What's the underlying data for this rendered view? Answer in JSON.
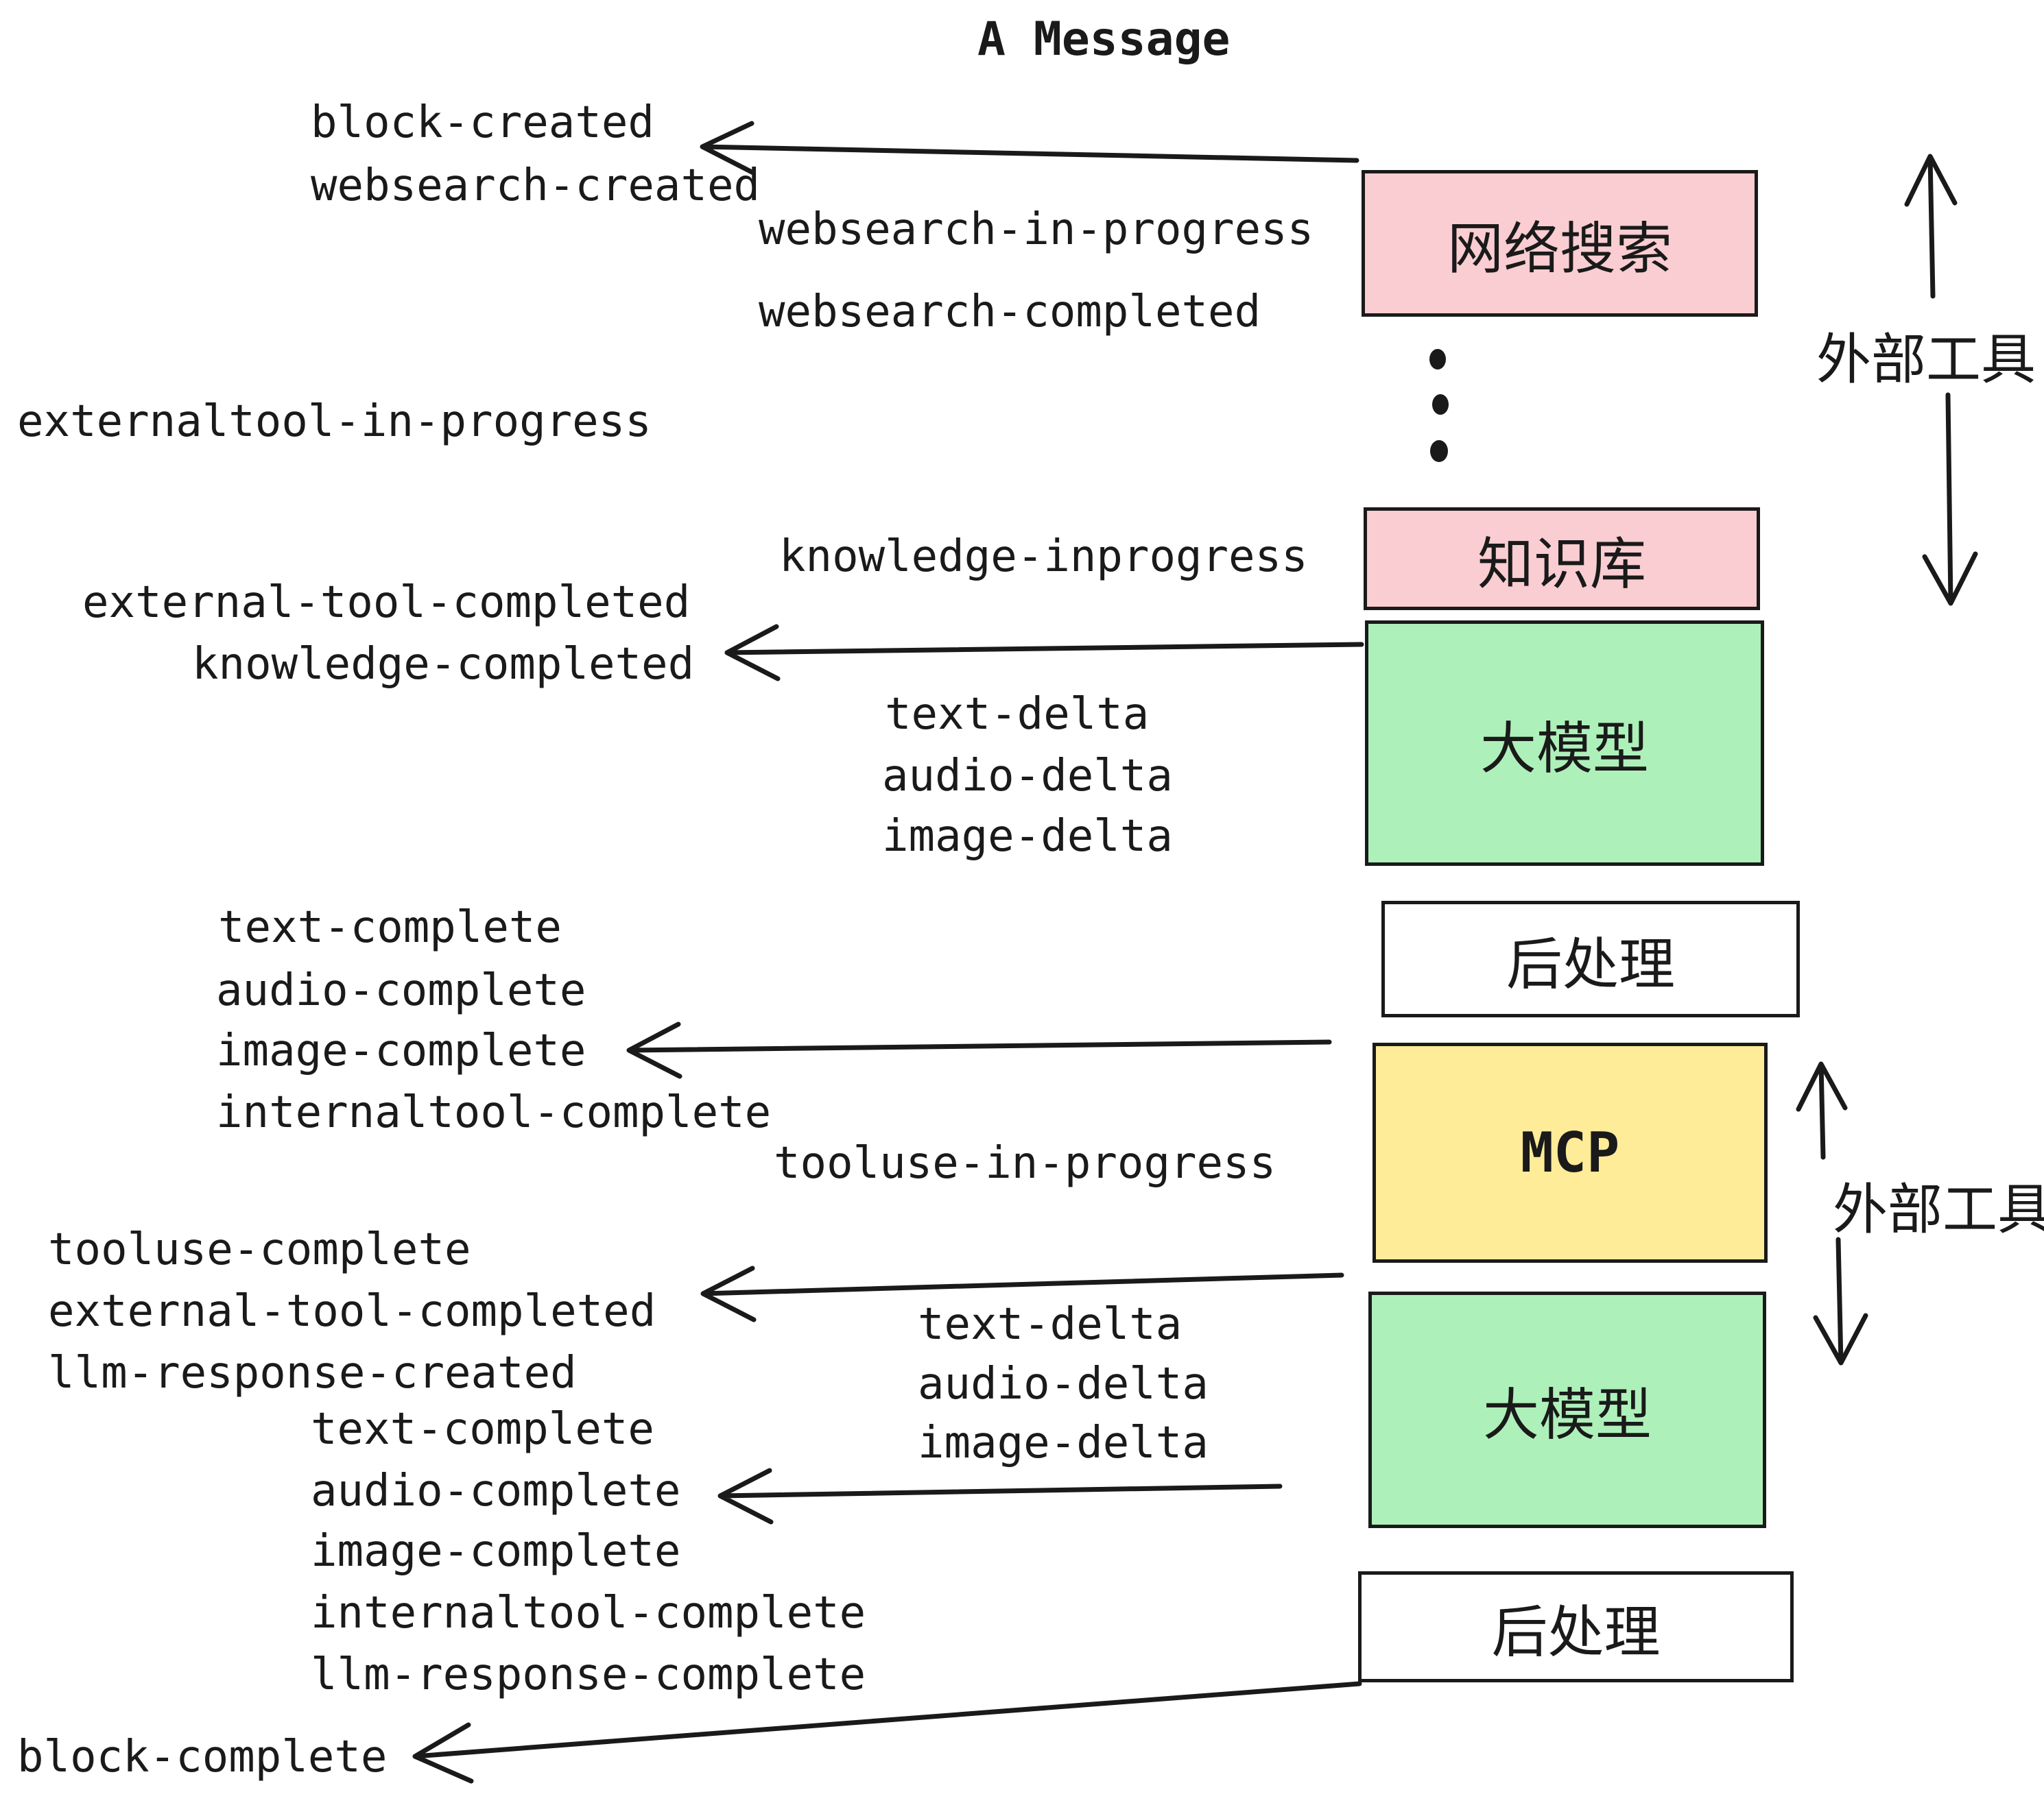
{
  "title": "A Message",
  "colors": {
    "pink": "#F9CDD1",
    "green": "#AEF0BA",
    "yellow": "#FEEC98",
    "white": "#FFFFFF",
    "line": "#1A1A1A"
  },
  "boxes": [
    {
      "id": "websearch",
      "label": "网络搜索",
      "color": "#F9CDD1"
    },
    {
      "id": "knowledge",
      "label": "知识库",
      "color": "#F9CDD1"
    },
    {
      "id": "llm-1",
      "label": "大模型",
      "color": "#AEF0BA"
    },
    {
      "id": "postprocess-1",
      "label": "后处理",
      "color": "#FFFFFF"
    },
    {
      "id": "mcp",
      "label": "MCP",
      "color": "#FEEC98"
    },
    {
      "id": "llm-2",
      "label": "大模型",
      "color": "#AEF0BA"
    },
    {
      "id": "postprocess-2",
      "label": "后处理",
      "color": "#FFFFFF"
    }
  ],
  "annotations": {
    "external_tools_1": "外部工具",
    "external_tools_2": "外部工具"
  },
  "icons": {
    "ellipsis_dots": "vertical-ellipsis-dots",
    "left_arrows": "left-pointing-arrow-lines",
    "span_arrows": "up-down-span-arrows"
  },
  "events": {
    "block_created": "block-created",
    "websearch_created": "websearch-created",
    "websearch_in_progress": "websearch-in-progress",
    "websearch_completed": "websearch-completed",
    "externaltool_in_progress": "externaltool-in-progress",
    "knowledge_inprogress": "knowledge-inprogress",
    "external_tool_completed": "external-tool-completed",
    "knowledge_completed": "knowledge-completed",
    "text_delta": "text-delta",
    "audio_delta": "audio-delta",
    "image_delta": "image-delta",
    "text_complete": "text-complete",
    "audio_complete": "audio-complete",
    "image_complete": "image-complete",
    "internaltool_complete": "internaltool-complete",
    "tooluse_in_progress": "tooluse-in-progress",
    "tooluse_complete": "tooluse-complete",
    "external_tool_completed_2": "external-tool-completed",
    "llm_response_created": "llm-response-created",
    "text_complete_2": "text-complete",
    "text_delta_2": "text-delta",
    "audio_delta_2": "audio-delta",
    "image_delta_2": "image-delta",
    "audio_complete_2": "audio-complete",
    "image_complete_2": "image-complete",
    "internaltool_complete_2": "internaltool-complete",
    "llm_response_complete": "llm-response-complete",
    "block_complete": "block-complete"
  }
}
